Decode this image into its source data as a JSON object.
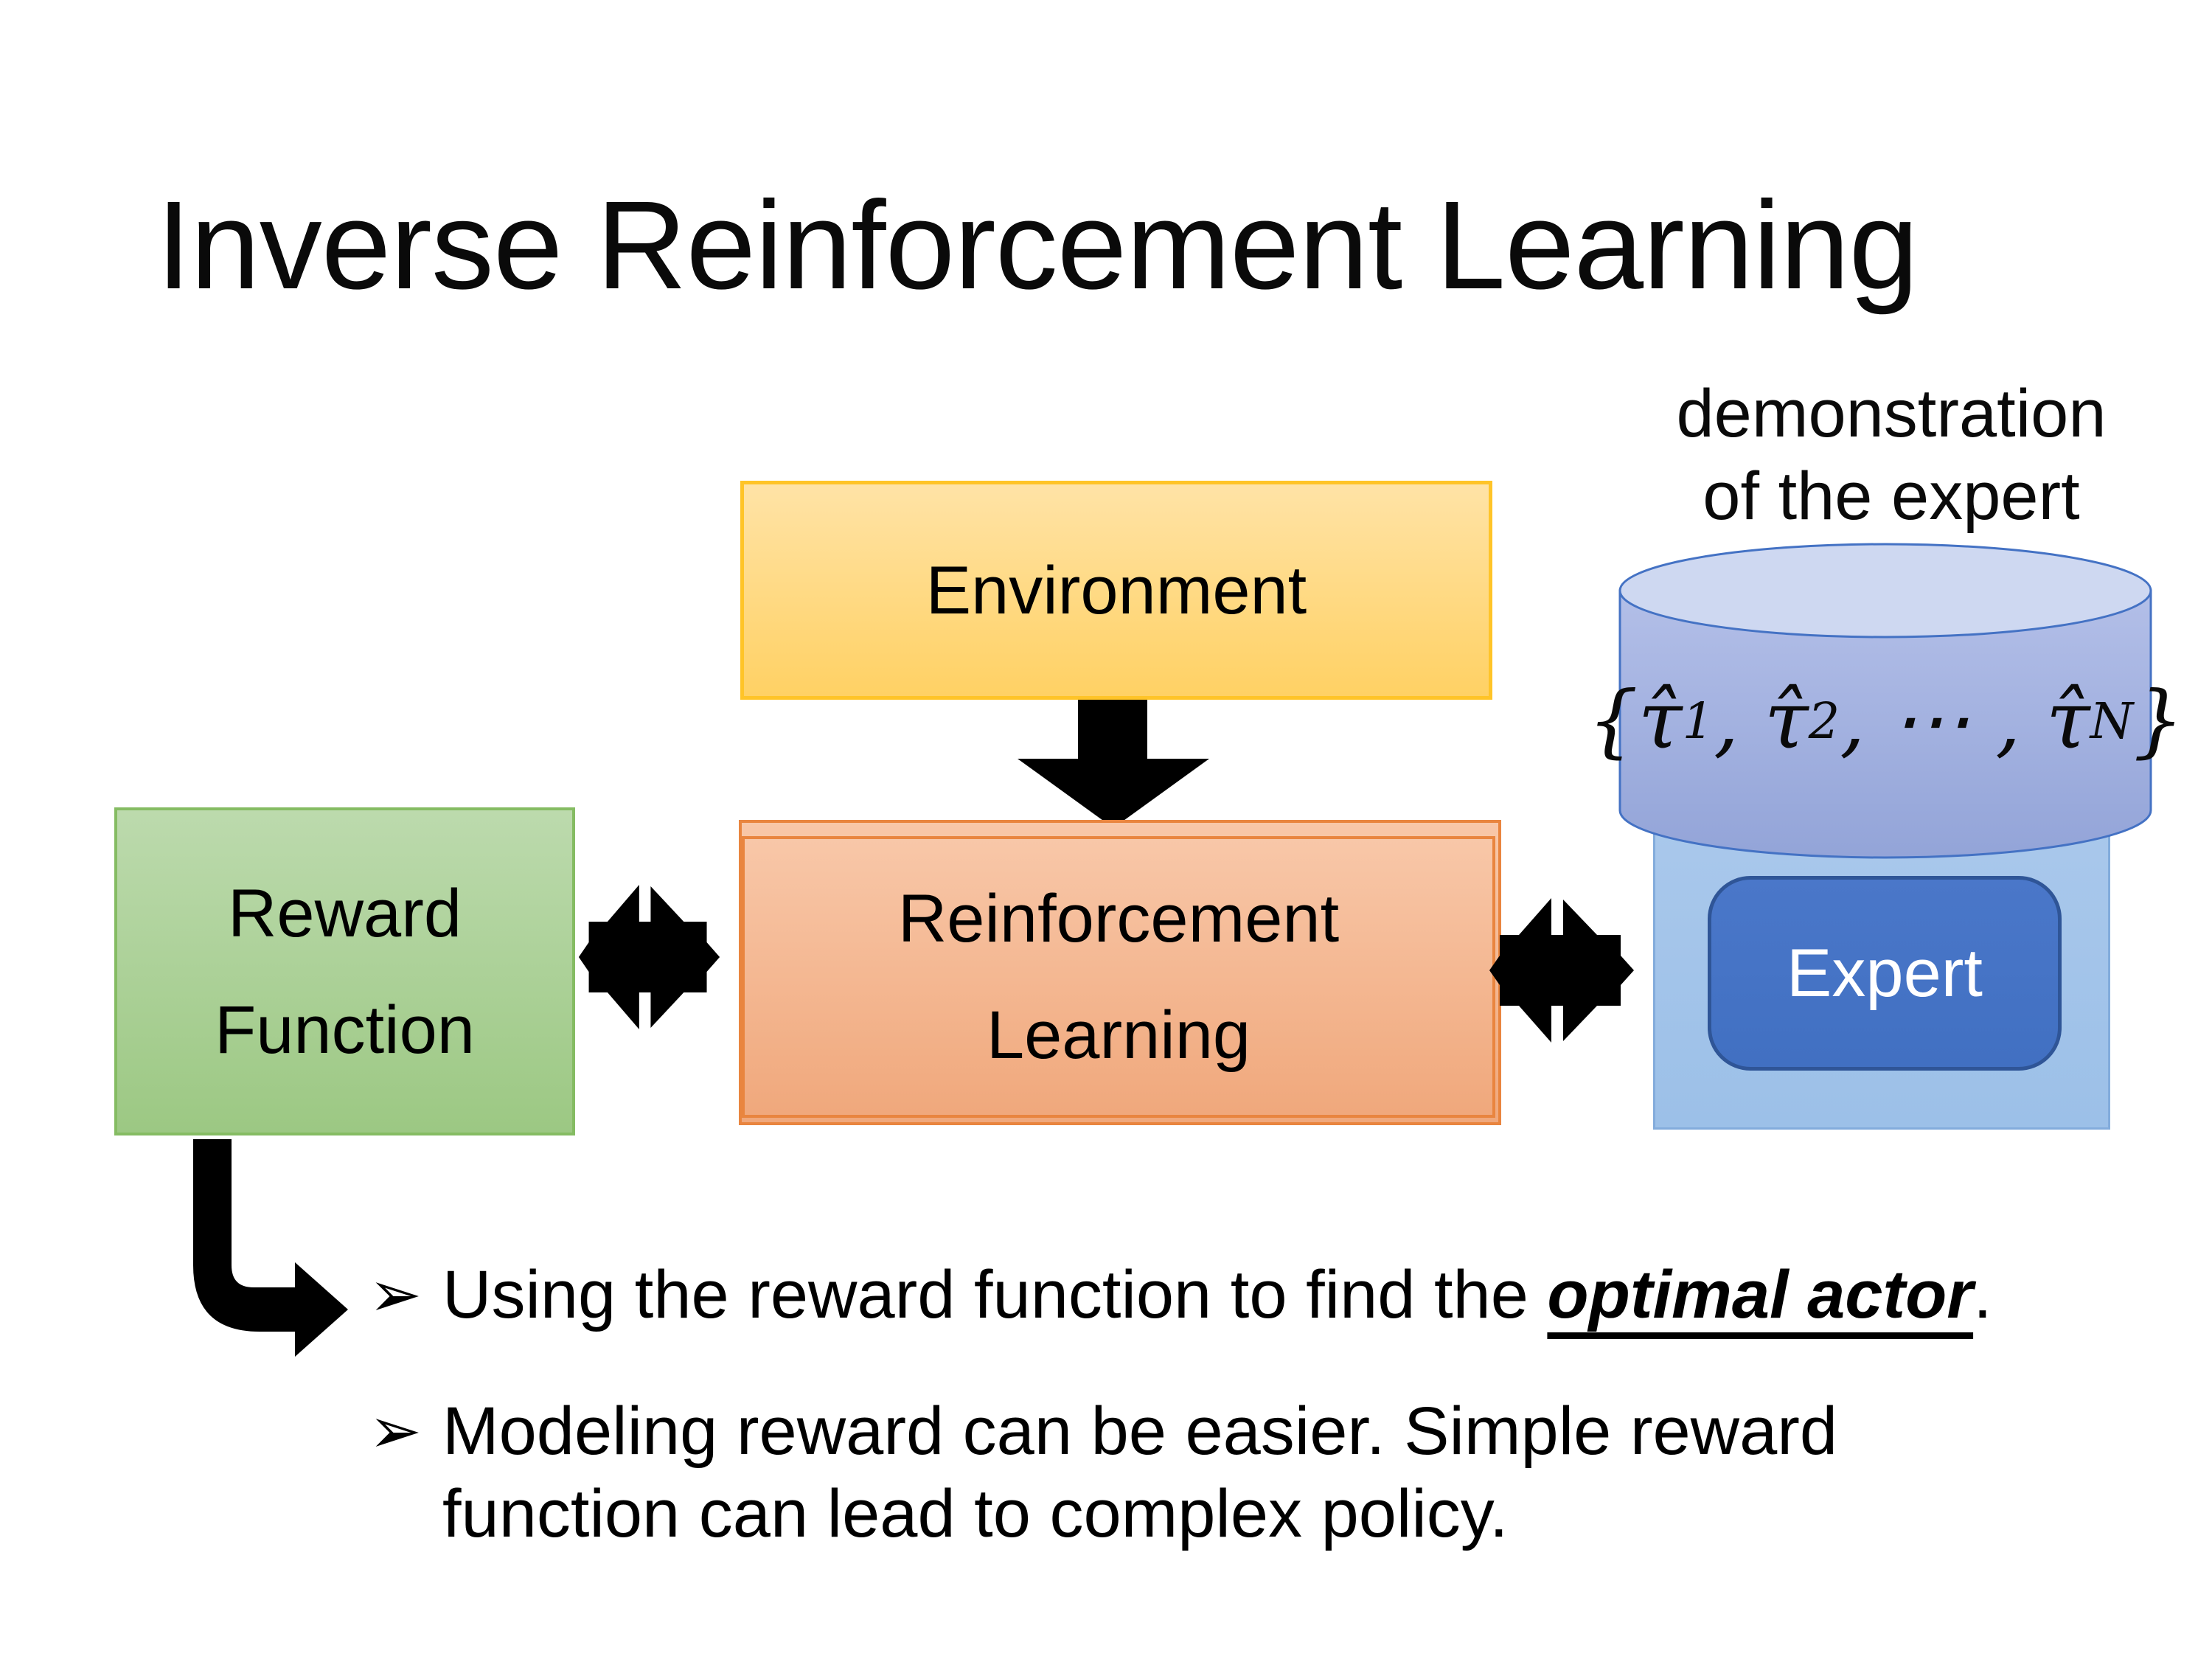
{
  "slide": {
    "title": "Inverse Reinforcement Learning",
    "demo_label": {
      "line1": "demonstration",
      "line2": "of the expert"
    },
    "boxes": {
      "environment": "Environment",
      "reward_function": {
        "line1": "Reward",
        "line2": "Function"
      },
      "reinforcement_learning": {
        "line1": "Reinforcement",
        "line2": "Learning"
      },
      "expert": "Expert"
    },
    "formula": {
      "t1": "{τ̂",
      "sub1": "1",
      "t2": ", τ̂",
      "sub2": "2",
      "t3": ", ⋯ , τ̂",
      "subN": "N",
      "t4": "}"
    },
    "bullets": {
      "marker": "➢",
      "item1": {
        "pre": "Using the reward function to find the ",
        "emphasis": "optimal actor",
        "post": "."
      },
      "item2": {
        "text": "Modeling reward can be easier. Simple reward function can lead to complex policy."
      }
    },
    "colors": {
      "environment_fill": "#FFD164",
      "environment_border": "#FFC428",
      "reinforcement_fill": "#F2AC82",
      "reinforcement_border": "#E9853F",
      "reward_fill": "#A5CD8E",
      "reward_border": "#85BC63",
      "expert_panel_fill": "#9FC3E9",
      "expert_panel_border": "#83ACDC",
      "expert_button_fill": "#4472C4",
      "expert_button_border": "#2F5597",
      "cylinder_fill": "#9AAADC",
      "cylinder_top_fill": "#CED8F1",
      "cylinder_border": "#4472C4",
      "arrow_color": "#000000",
      "text_color": "#000000",
      "background": "#FFFFFF"
    }
  }
}
